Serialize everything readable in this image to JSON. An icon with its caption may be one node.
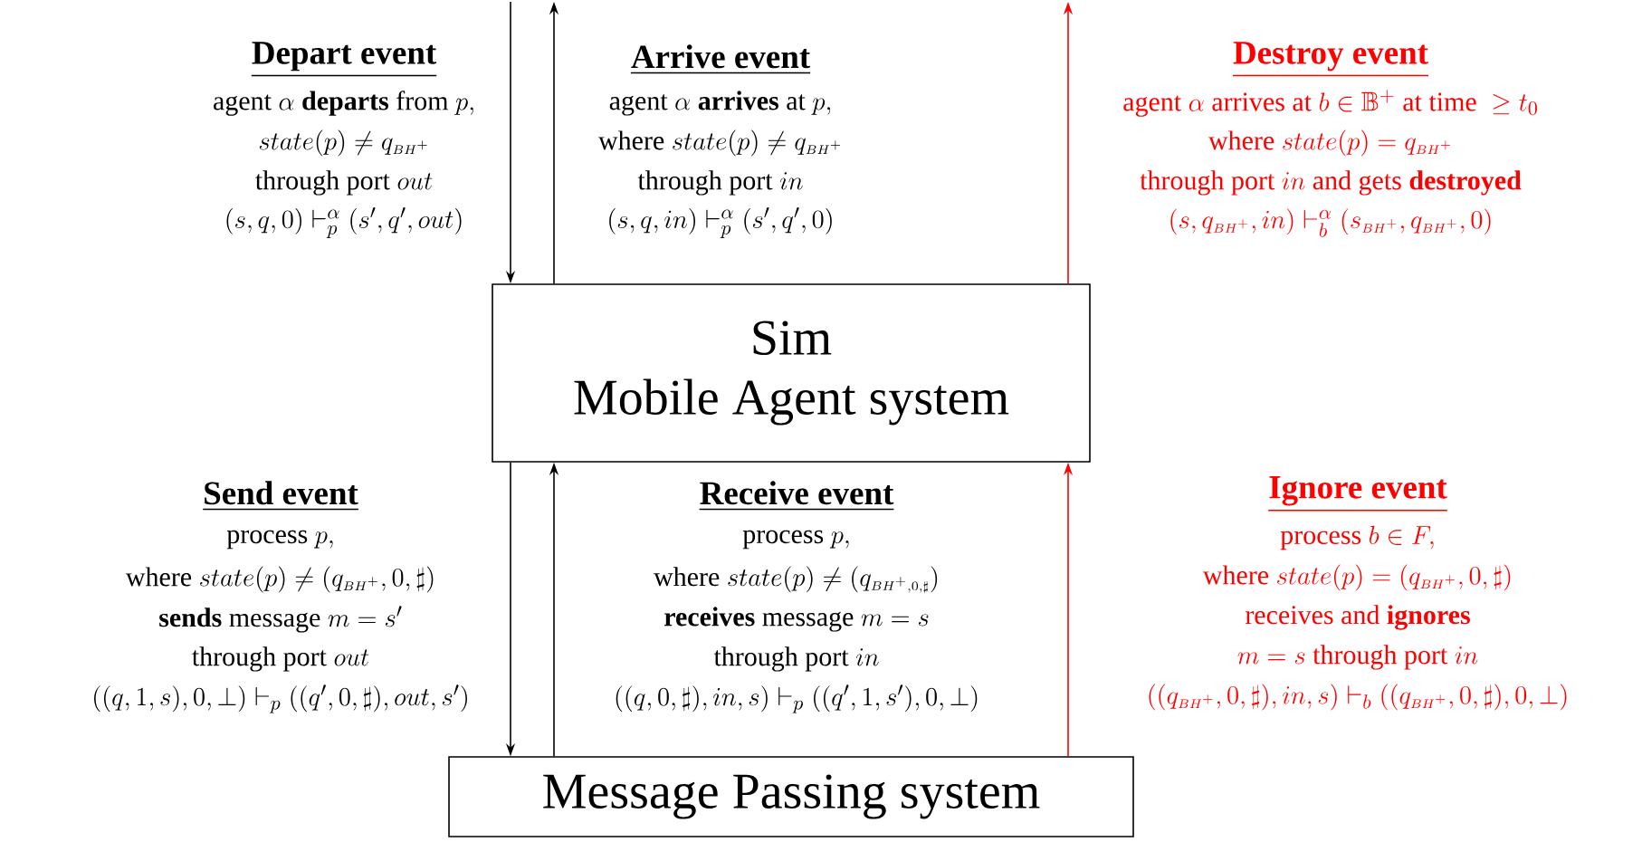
{
  "diagram": {
    "nodes": [
      {
        "text": [
          "Sim",
          "Mobile Agent system"
        ]
      },
      {
        "text": [
          "Message Passing system"
        ]
      }
    ],
    "edges": [
      {
        "from": null,
        "to": 0,
        "arrow": "to"
      },
      {
        "from": 0,
        "to": null,
        "arrow": "to"
      },
      {
        "from": 0,
        "to": null,
        "arrow": "to",
        "color": "#ff0000"
      },
      {
        "from": 0,
        "to": 1,
        "arrow": "to"
      },
      {
        "from": 1,
        "to": 0,
        "arrow": "to"
      },
      {
        "from": 1,
        "to": 0,
        "arrow": "to",
        "color": "#ff0000"
      }
    ],
    "labels": [
      "Depart event",
      "\\text{agent } \\alpha \\textbf{ departs} \\text{ from } p,",
      "state(p) \\neq q_{\\scriptscriptstyle BH^+}",
      "\\text{through port } out",
      "(s,q,0) \\vdash_p^{\\alpha} (s',q',out)",
      "Arrive event",
      "\\text{agent } \\alpha \\textbf{ arrives} \\text{ at } p,",
      "\\text{where } state(p) \\neq q_{\\scriptscriptstyle BH^+}",
      "\\text{through port } in",
      "(s,q,in) \\vdash_p^{\\alpha} (s',q',0)",
      "Destroy event",
      "\\text{agent } \\alpha \\text{ arrives at } b \\in \\mathbb{B}^+ \\text{ at time } \\geq t_0",
      "\\text{where } state(p) = q_{\\scriptscriptstyle BH^+}",
      "\\text{through port } in \\text{ and gets } \\textbf{destroyed}",
      "(s,q_{\\scriptscriptstyle BH^+},in) \\vdash_b^{\\alpha} (s_{\\scriptscriptstyle BH^+},q_{\\scriptscriptstyle BH^+},0)",
      "Send event",
      "\\text{process } p,",
      "\\text{where } state(p) \\neq (q_{\\scriptscriptstyle BH^+},0,\\sharp)",
      "\\textbf{sends} \\text{ message } m = s'",
      "\\text{through port } out",
      "((q,1,s),0,\\bot) \\vdash_p ((q',0,\\sharp),out,s')",
      "Receive event",
      "\\text{process } p,",
      "\\text{where } state(p) \\neq (q_{\\scriptscriptstyle BH^+,0,\\sharp})",
      "\\textbf{receives} \\text{ message } m = s",
      "\\text{through port } in",
      "((q,0,\\sharp),in,s) \\vdash_p ((q',1,s'),0,\\bot)",
      "Ignore event",
      "\\text{process } b \\in F,",
      "\\text{where } state(p) = (q_{\\scriptscriptstyle BH^+},0,\\sharp)",
      "\\text{receives and } \\textbf{ignores}",
      "m = s \\text{ through port } in",
      "((q_{\\scriptscriptstyle BH^+},0,\\sharp),in,s) \\vdash_b ((q_{\\scriptscriptstyle BH^+},0,\\sharp),0,\\bot)"
    ]
  }
}
